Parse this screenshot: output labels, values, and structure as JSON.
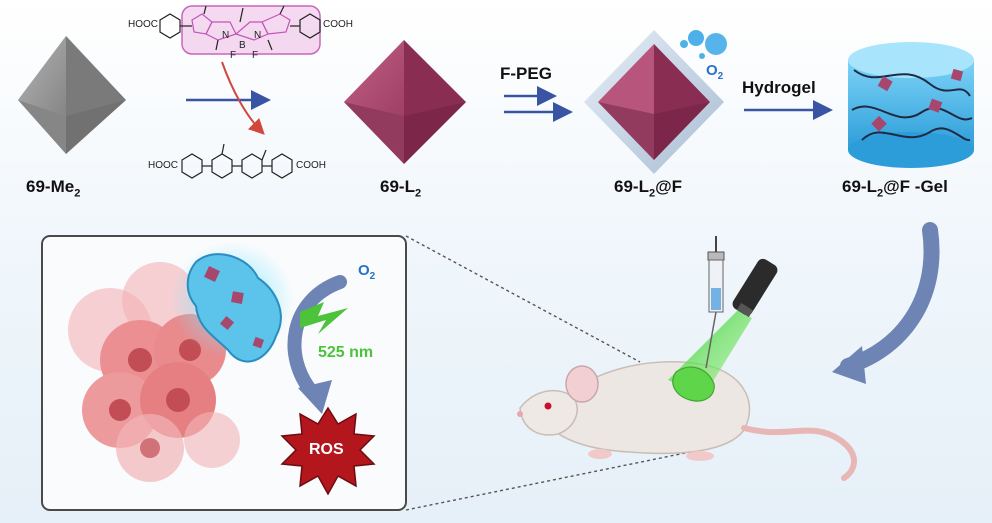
{
  "labels": {
    "mof_start": "69-Me",
    "mof_start_sub": "2",
    "mof_ligand": "69-L",
    "mof_ligand_sub": "2",
    "mof_coated": "69-L",
    "mof_coated_sub": "2",
    "mof_coated_suffix": "@F",
    "gel": "69-L",
    "gel_sub": "2",
    "gel_suffix": "@F -Gel"
  },
  "steps": {
    "peg": "F-PEG",
    "hydrogel": "Hydrogel"
  },
  "chem": {
    "acid_left_top": "HOOC",
    "acid_right_top": "COOH",
    "acid_left_bottom": "HOOC",
    "acid_right_bottom": "COOH",
    "atom_n1": "N",
    "atom_n2": "N",
    "atom_b": "B",
    "atom_f1": "F",
    "atom_f2": "F"
  },
  "oxygen": {
    "top": "O",
    "top_sub": "2",
    "inset": "O",
    "inset_sub": "2"
  },
  "inset": {
    "wavelength": "525 nm",
    "ros": "ROS"
  },
  "colors": {
    "octahedron_gray": "#8f8f8f",
    "octahedron_mof": "#a8476d",
    "arrow_blue": "#3a54a4",
    "arrow_red": "#d2473d",
    "bodipy_magenta": "#c455b8",
    "gel_blue": "#4fb7e8",
    "o2_blue": "#2a73c4",
    "laser_green": "#5fd64a",
    "ros_red": "#b3171d",
    "tumor_pink": "#e98a8c"
  }
}
